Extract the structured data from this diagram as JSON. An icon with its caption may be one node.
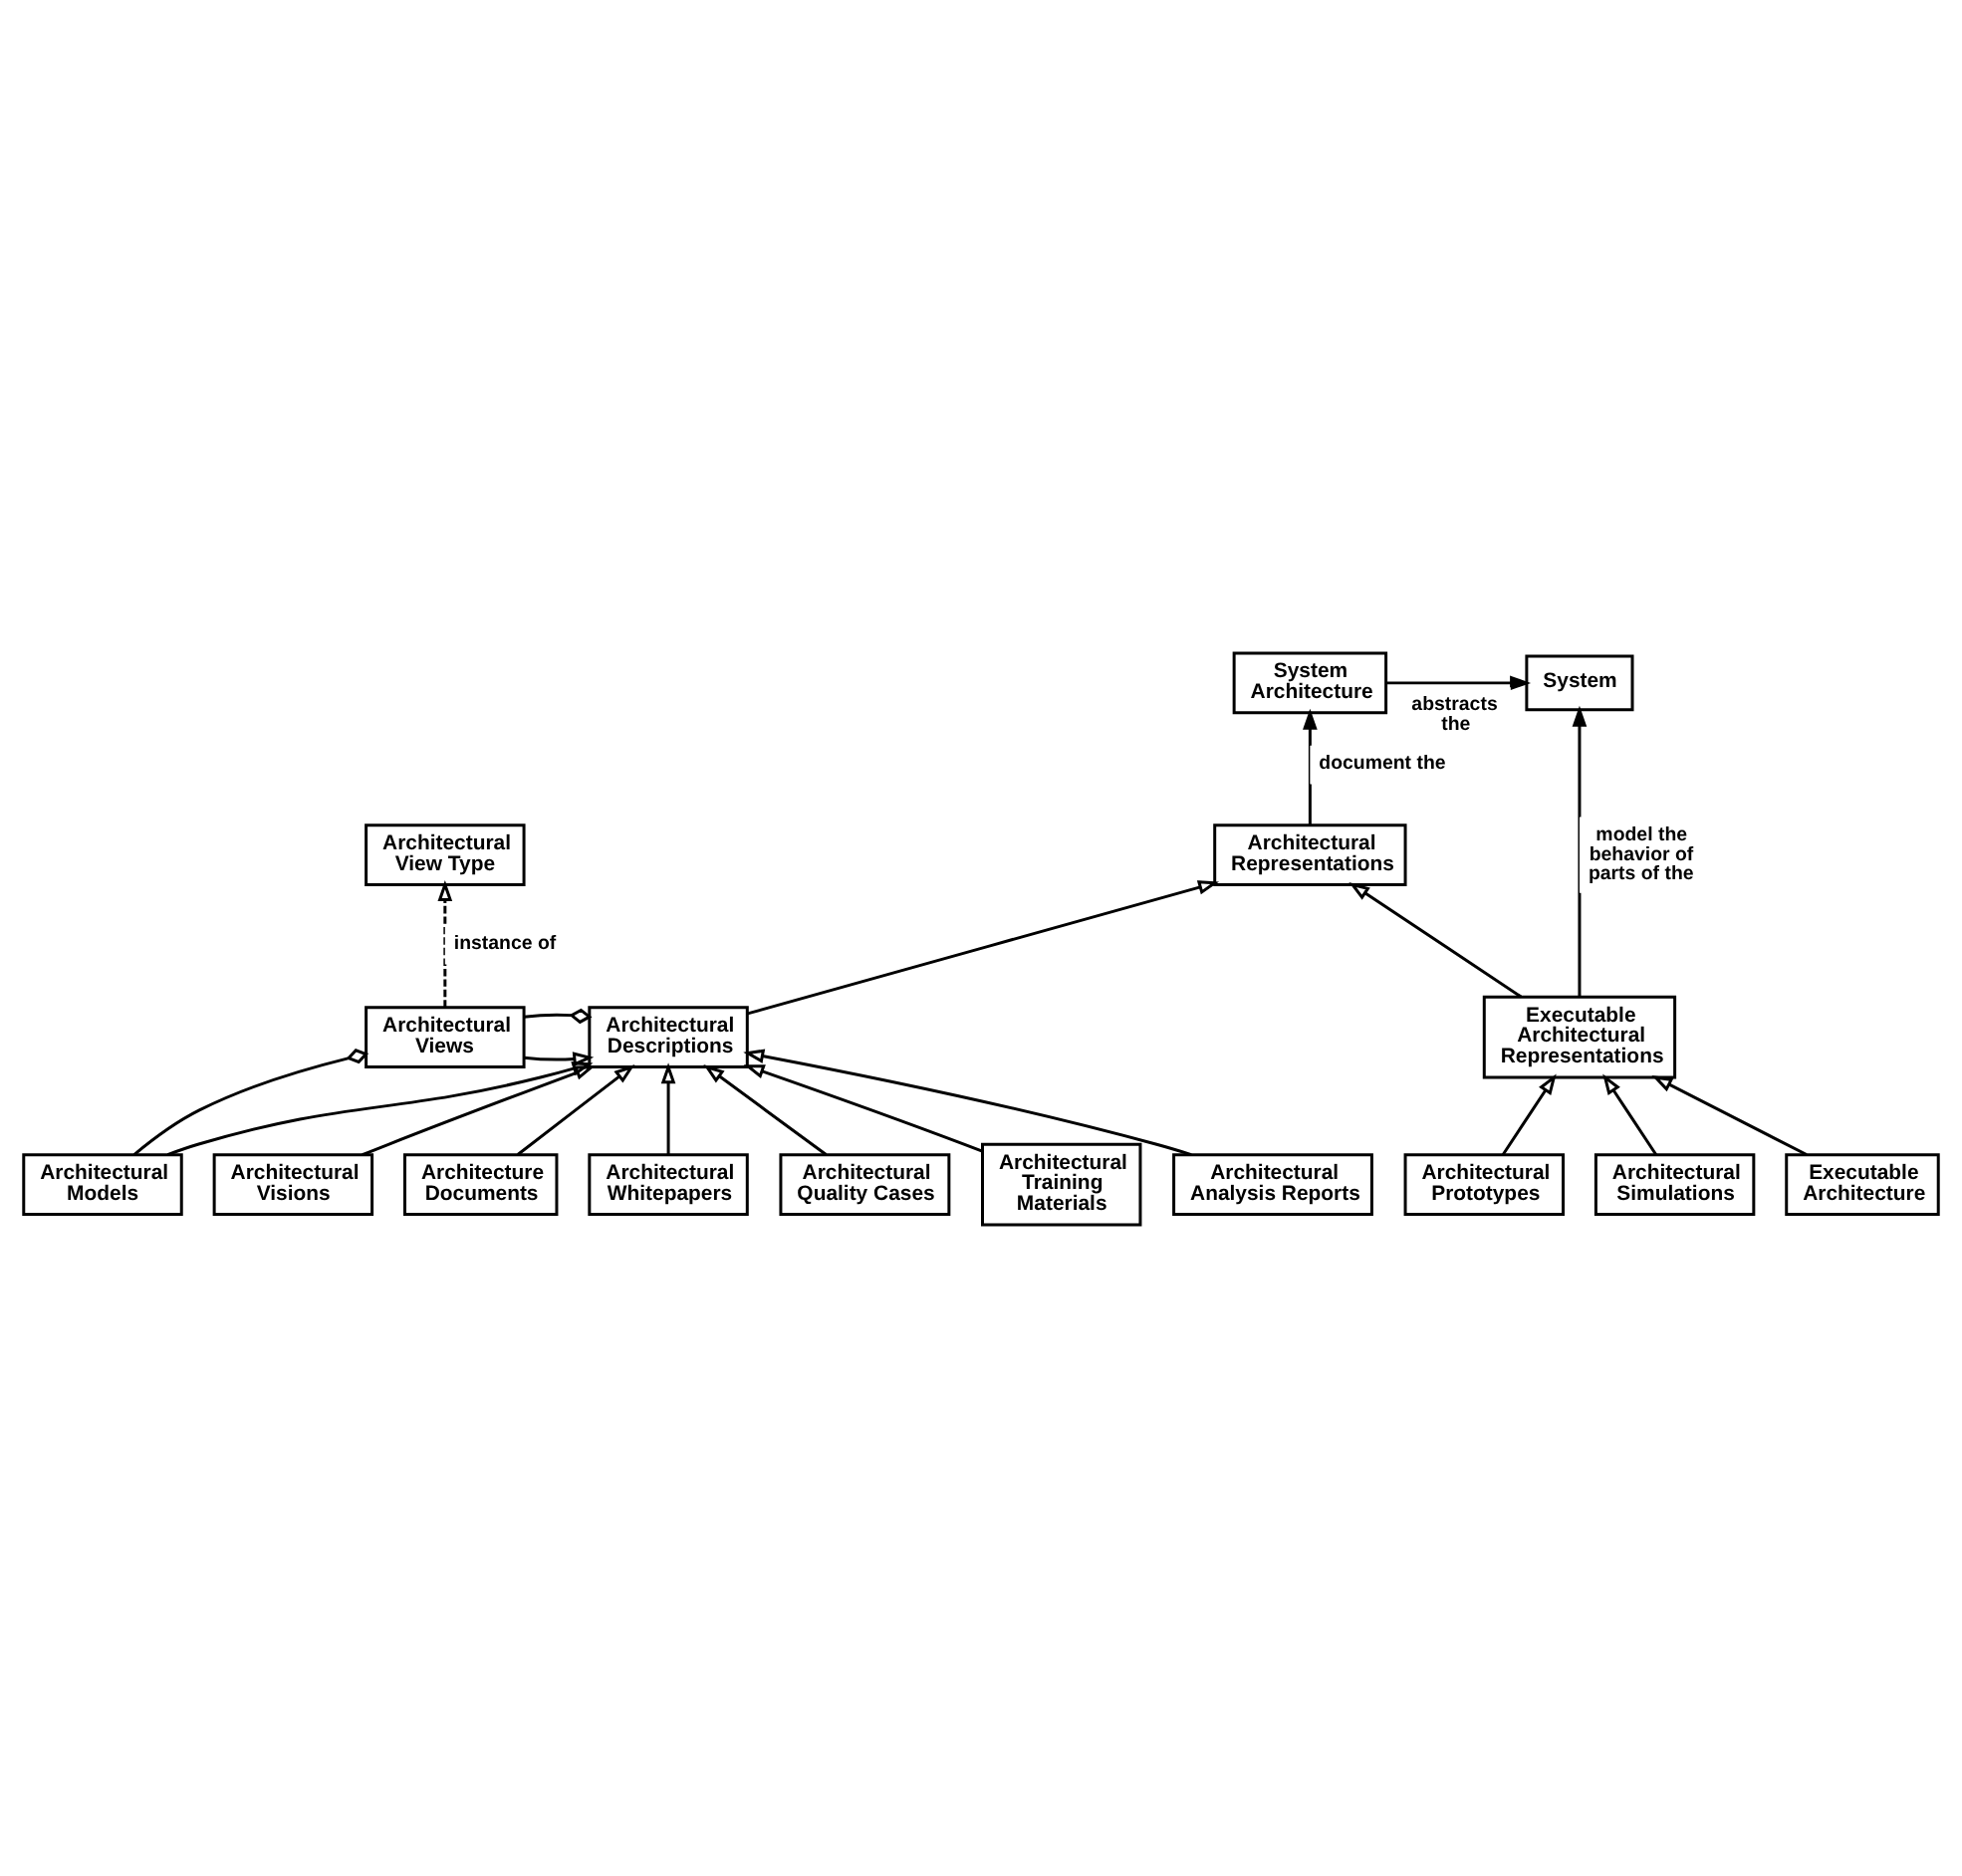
{
  "diagram": {
    "nodes": [
      {
        "text": [
          "System Architecture"
        ]
      },
      {
        "text": [
          "System"
        ]
      },
      {
        "text": [
          "Architectural Representations"
        ]
      },
      {
        "text": [
          "Architectural View Type"
        ]
      },
      {
        "text": [
          "Architectural Views"
        ]
      },
      {
        "text": [
          "Architectural Descriptions"
        ]
      },
      {
        "text": [
          "Executable Architectural Representations"
        ]
      },
      {
        "text": [
          "Architectural Models"
        ]
      },
      {
        "text": [
          "Architectural Visions"
        ]
      },
      {
        "text": [
          "Architecture Documents"
        ]
      },
      {
        "text": [
          "Architectural Whitepapers"
        ]
      },
      {
        "text": [
          "Architectural Quality Cases"
        ]
      },
      {
        "text": [
          "Architectural Training Materials"
        ]
      },
      {
        "text": [
          "Architectural Analysis Reports"
        ]
      },
      {
        "text": [
          "Architectural Prototypes"
        ]
      },
      {
        "text": [
          "Architectural Simulations"
        ]
      },
      {
        "text": [
          "Executable Architecture"
        ]
      }
    ],
    "edges": [
      {
        "from": 0,
        "to": 1,
        "arrow": "to",
        "label": "abstracts the"
      },
      {
        "from": 2,
        "to": 0,
        "arrow": "to",
        "label": "document the"
      },
      {
        "from": 6,
        "to": 1,
        "arrow": "to",
        "label": "model the behavior of parts of the"
      },
      {
        "from": 5,
        "to": 2,
        "arrow": "to"
      },
      {
        "from": 6,
        "to": 2,
        "arrow": "to"
      },
      {
        "from": 4,
        "to": 3,
        "arrow": "to",
        "style": "dashed",
        "label": "instance of"
      },
      {
        "from": 4,
        "to": 5,
        "arrow": "other"
      },
      {
        "from": 7,
        "to": 4,
        "arrow": "other"
      },
      {
        "from": 4,
        "to": 5,
        "arrow": "to"
      },
      {
        "from": 7,
        "to": 5,
        "arrow": "to"
      },
      {
        "from": 8,
        "to": 5,
        "arrow": "to"
      },
      {
        "from": 9,
        "to": 5,
        "arrow": "to"
      },
      {
        "from": 10,
        "to": 5,
        "arrow": "to"
      },
      {
        "from": 11,
        "to": 5,
        "arrow": "to"
      },
      {
        "from": 12,
        "to": 5,
        "arrow": "to"
      },
      {
        "from": 13,
        "to": 5,
        "arrow": "to"
      },
      {
        "from": 14,
        "to": 6,
        "arrow": "to"
      },
      {
        "from": 15,
        "to": 6,
        "arrow": "to"
      },
      {
        "from": 16,
        "to": 6,
        "arrow": "to"
      }
    ]
  }
}
